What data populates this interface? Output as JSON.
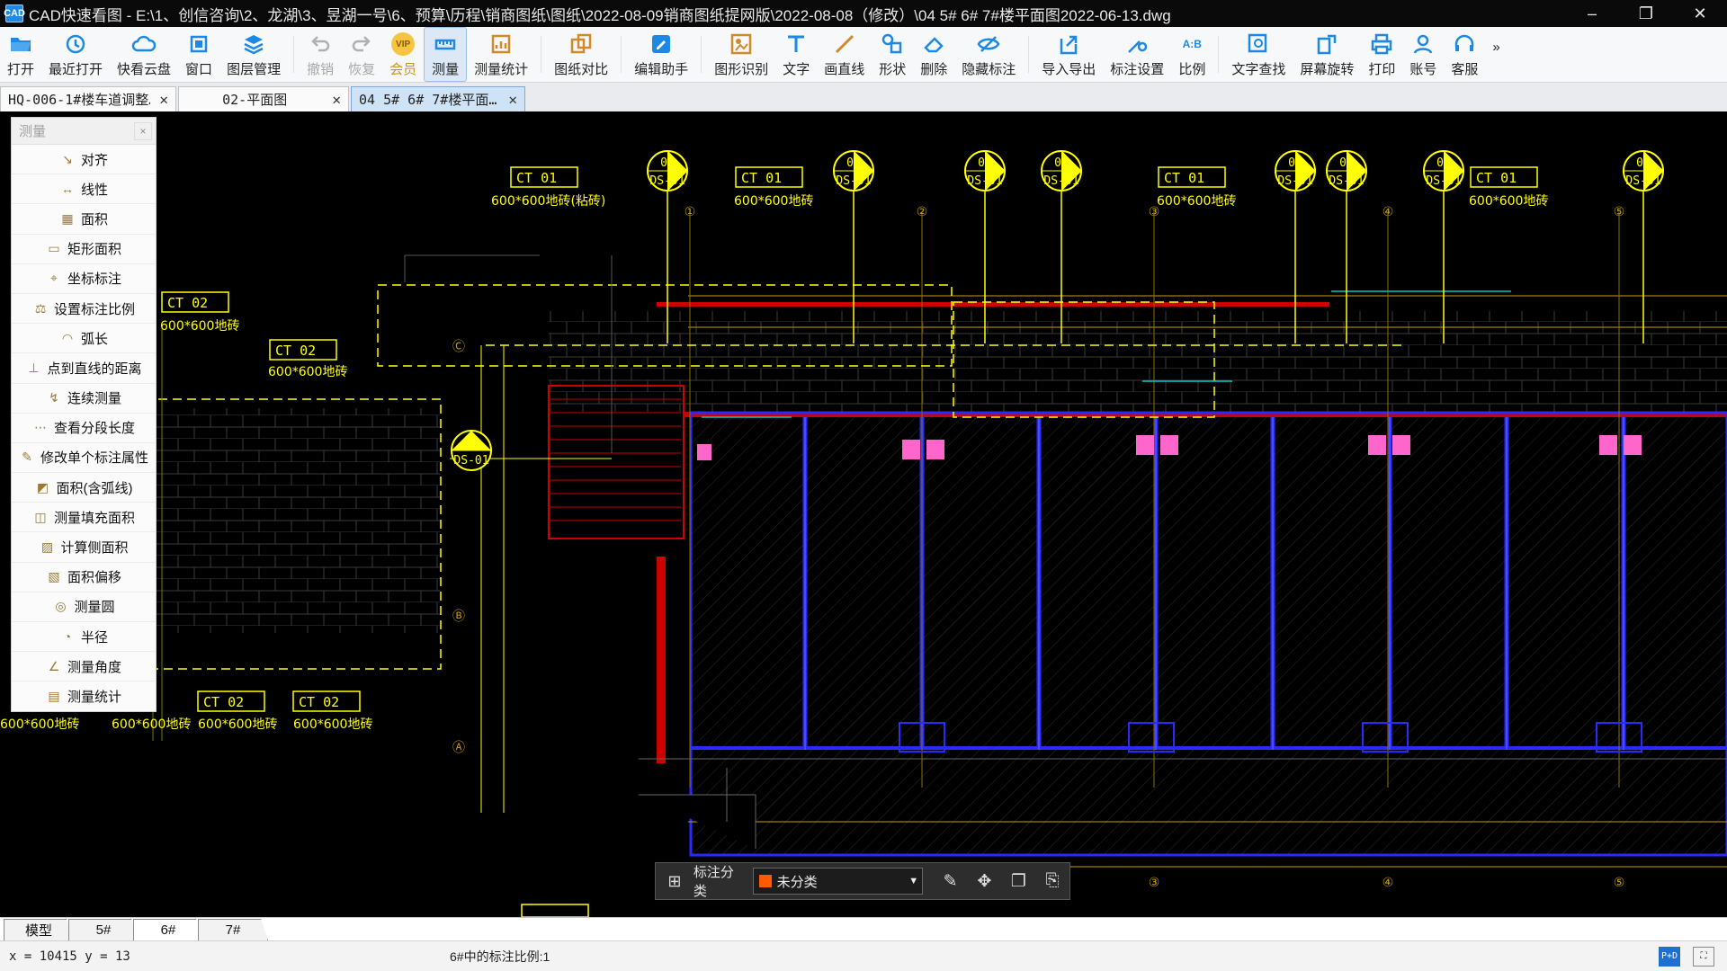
{
  "title_bar": {
    "icon_text": "CAD",
    "title": "CAD快速看图 - E:\\1、创信咨询\\2、龙湖\\3、昱湖一号\\6、预算\\历程\\销商图纸\\图纸\\2022-08-09销商图纸提网版\\2022-08-08（修改）\\04 5# 6# 7#楼平面图2022-06-13.dwg",
    "minimize": "–",
    "maximize": "❐",
    "close": "✕"
  },
  "toolbar": {
    "open": "打开",
    "recent": "最近打开",
    "cloud": "快看云盘",
    "window": "窗口",
    "layers": "图层管理",
    "undo": "撤销",
    "redo": "恢复",
    "vip": "会员",
    "vip_badge": "VIP",
    "measure": "测量",
    "measure_stats": "测量统计",
    "compare": "图纸对比",
    "edit_helper": "编辑助手",
    "shape_recog": "图形识别",
    "text": "文字",
    "line": "画直线",
    "shape": "形状",
    "delete": "删除",
    "hide_anno": "隐藏标注",
    "import_export": "导入导出",
    "anno_settings": "标注设置",
    "ratio": "比例",
    "text_search": "文字查找",
    "rotate": "屏幕旋转",
    "print": "打印",
    "account": "账号",
    "service": "客服",
    "more": "»",
    "ratio_icon": "A:B"
  },
  "doc_tabs": [
    {
      "label": "HQ-006-1#楼车道调整…",
      "active": false
    },
    {
      "label": "02-平面图",
      "active": false
    },
    {
      "label": "04 5# 6# 7#楼平面…",
      "active": true
    }
  ],
  "measure_panel": {
    "title": "测量",
    "close": "×",
    "items": [
      "对齐",
      "线性",
      "面积",
      "矩形面积",
      "坐标标注",
      "设置标注比例",
      "弧长",
      "点到直线的距离",
      "连续测量",
      "查看分段长度",
      "修改单个标注属性",
      "面积(含弧线)",
      "测量填充面积",
      "计算侧面积",
      "面积偏移",
      "测量圆",
      "半径",
      "测量角度",
      "测量统计"
    ]
  },
  "drawing": {
    "labels": {
      "ct01": "CT  01",
      "ct02": "CT  02",
      "tile600_side": "600*600地砖(粘砖)",
      "tile600": "600*600地砖",
      "ds01": "DS-01",
      "marker_09": "09",
      "marker_03": "03",
      "marker_04": "04",
      "marker_06": "06",
      "axis_1": "①",
      "axis_2": "②",
      "axis_3": "③",
      "axis_4": "④",
      "axis_5": "⑤",
      "axis_a": "Ⓐ",
      "axis_b": "Ⓑ",
      "axis_c": "Ⓒ"
    }
  },
  "anno_bar": {
    "grid_icon": "⊞",
    "label": "标注分类",
    "selected": "未分类",
    "caret": "▼",
    "swatch_color": "#ff5a00"
  },
  "layout_tabs": [
    "模型",
    "5#",
    "6#",
    "7#"
  ],
  "status": {
    "coords": "x = 10415 y = 13",
    "scale": "6#中的标注比例:1",
    "btn1": "P+D"
  },
  "colors": {
    "accent": "#1e88e5",
    "cad_yellow": "#ffff00",
    "cad_red": "#cc0000",
    "cad_blue": "#2a2aff",
    "cad_cyan": "#00c8c8"
  }
}
